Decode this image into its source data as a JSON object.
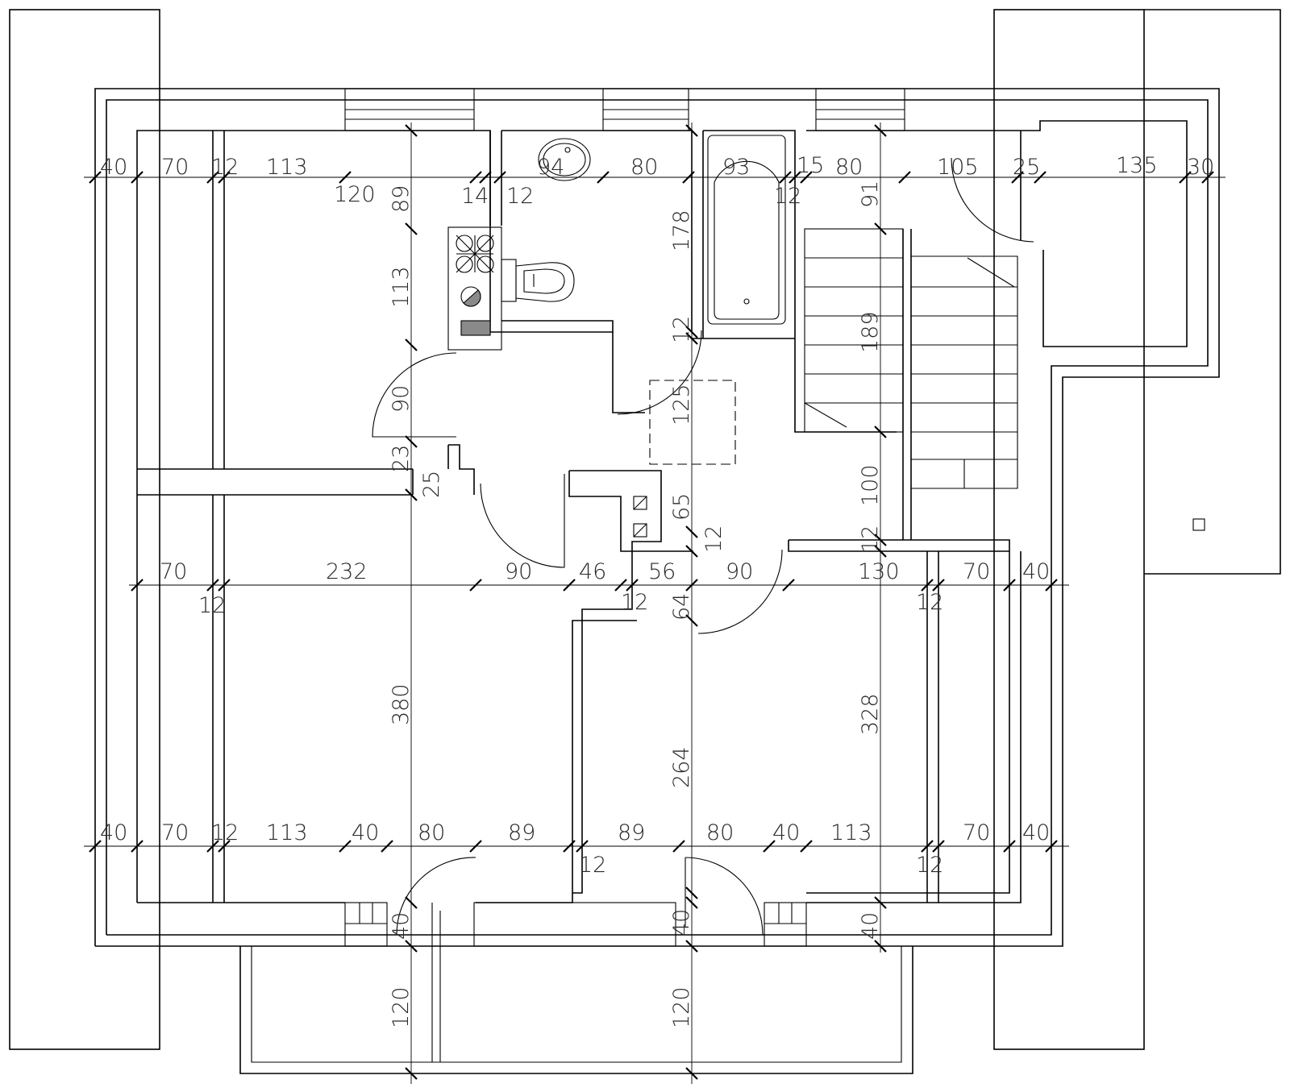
{
  "plan": {
    "row1": [
      "40",
      "70",
      "12",
      "113",
      "94",
      "80",
      "93",
      "15",
      "80",
      "105",
      "25",
      "135",
      "30"
    ],
    "row1b": [
      "120",
      "14",
      "12",
      "12"
    ],
    "row2": [
      "70",
      "232",
      "90",
      "46",
      "56",
      "90",
      "130",
      "70",
      "40"
    ],
    "row2b": [
      "12",
      "12",
      "12"
    ],
    "row3": [
      "40",
      "70",
      "12",
      "113",
      "40",
      "80",
      "89",
      "89",
      "80",
      "40",
      "113",
      "70",
      "40"
    ],
    "row3b": [
      "12",
      "12"
    ],
    "col1": [
      "89",
      "113",
      "90",
      "23",
      "25",
      "380",
      "40",
      "120"
    ],
    "col2": [
      "178",
      "12",
      "125",
      "65",
      "12",
      "64",
      "264",
      "40",
      "120"
    ],
    "col3": [
      "91",
      "189",
      "100",
      "12",
      "328",
      "40"
    ],
    "col2b": [
      "12"
    ]
  }
}
